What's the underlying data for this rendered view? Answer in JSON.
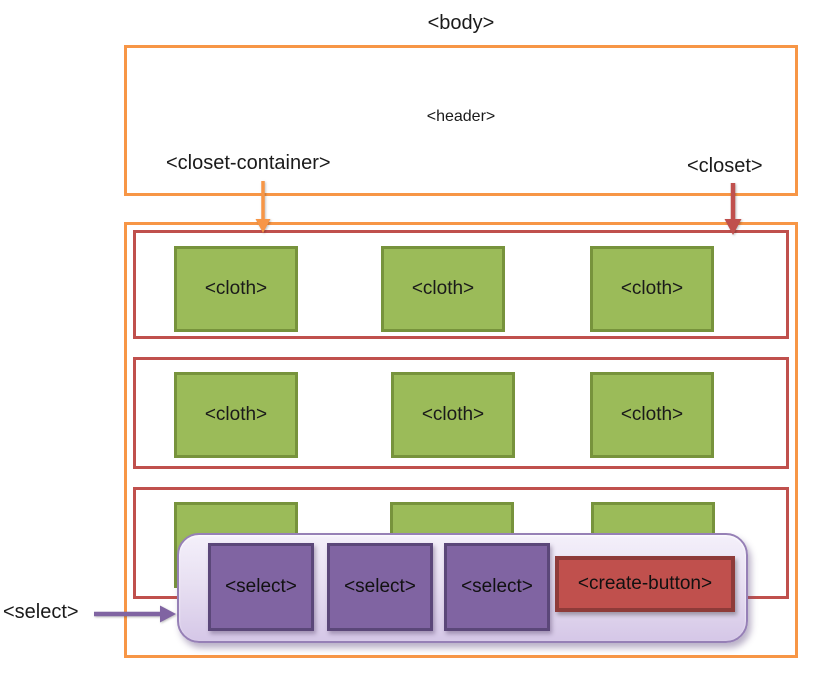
{
  "labels": {
    "body": "<body>",
    "header": "<header>",
    "closet_container": "<closet-container>",
    "closet": "<closet>",
    "cloth": "<cloth>",
    "select": "<select>",
    "select_pointer": "<select>",
    "create_button": "<create-button>"
  },
  "colors": {
    "orange": "#F79646",
    "red": "#C0504D",
    "green_fill": "#9BBB59",
    "green_border": "#77933C",
    "purple_fill": "#8064A2",
    "purple_border": "#5B4779",
    "panel_border": "#9680B6",
    "panel_top": "#F4F0FA",
    "panel_bottom": "#D5C7E7",
    "button_fill": "#C0504D",
    "button_border": "#8E3B39"
  },
  "counts": {
    "closet_rows": 3,
    "cloths_per_row": 3,
    "select_boxes": 3
  }
}
